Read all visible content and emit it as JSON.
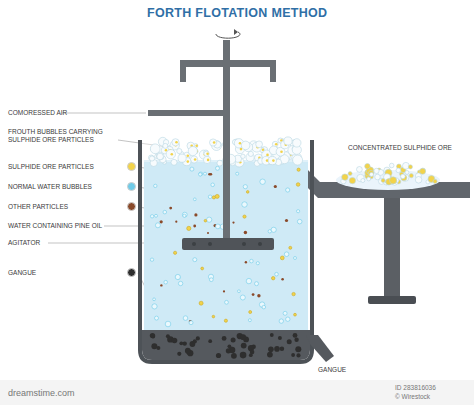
{
  "diagram": {
    "title": "FORTH FLOTATION METHOD",
    "labels": [
      "COMORESSED AIR",
      "FROUTH BUBBLES CARRYING SULPHIDE ORE PARTICLES",
      "WATER CONTAINING PINE OIL",
      "AGITATOR",
      "CONCENTRATED SULPHIDE ORE",
      "GANGUE",
      "dreamstime.com",
      "ID 283816036",
      "© Wirestock"
    ],
    "legend": [
      {
        "text": "SULPHIDE ORE PARTICLES",
        "color": "#f2d34a"
      },
      {
        "text": "NORMAL WATER BUBBLES",
        "color": "#6fcbe8"
      },
      {
        "text": "OTHER PARTICLES",
        "color": "#8a4a2a"
      },
      {
        "text": "GANGUE",
        "color": "#2e2e2e"
      }
    ]
  }
}
